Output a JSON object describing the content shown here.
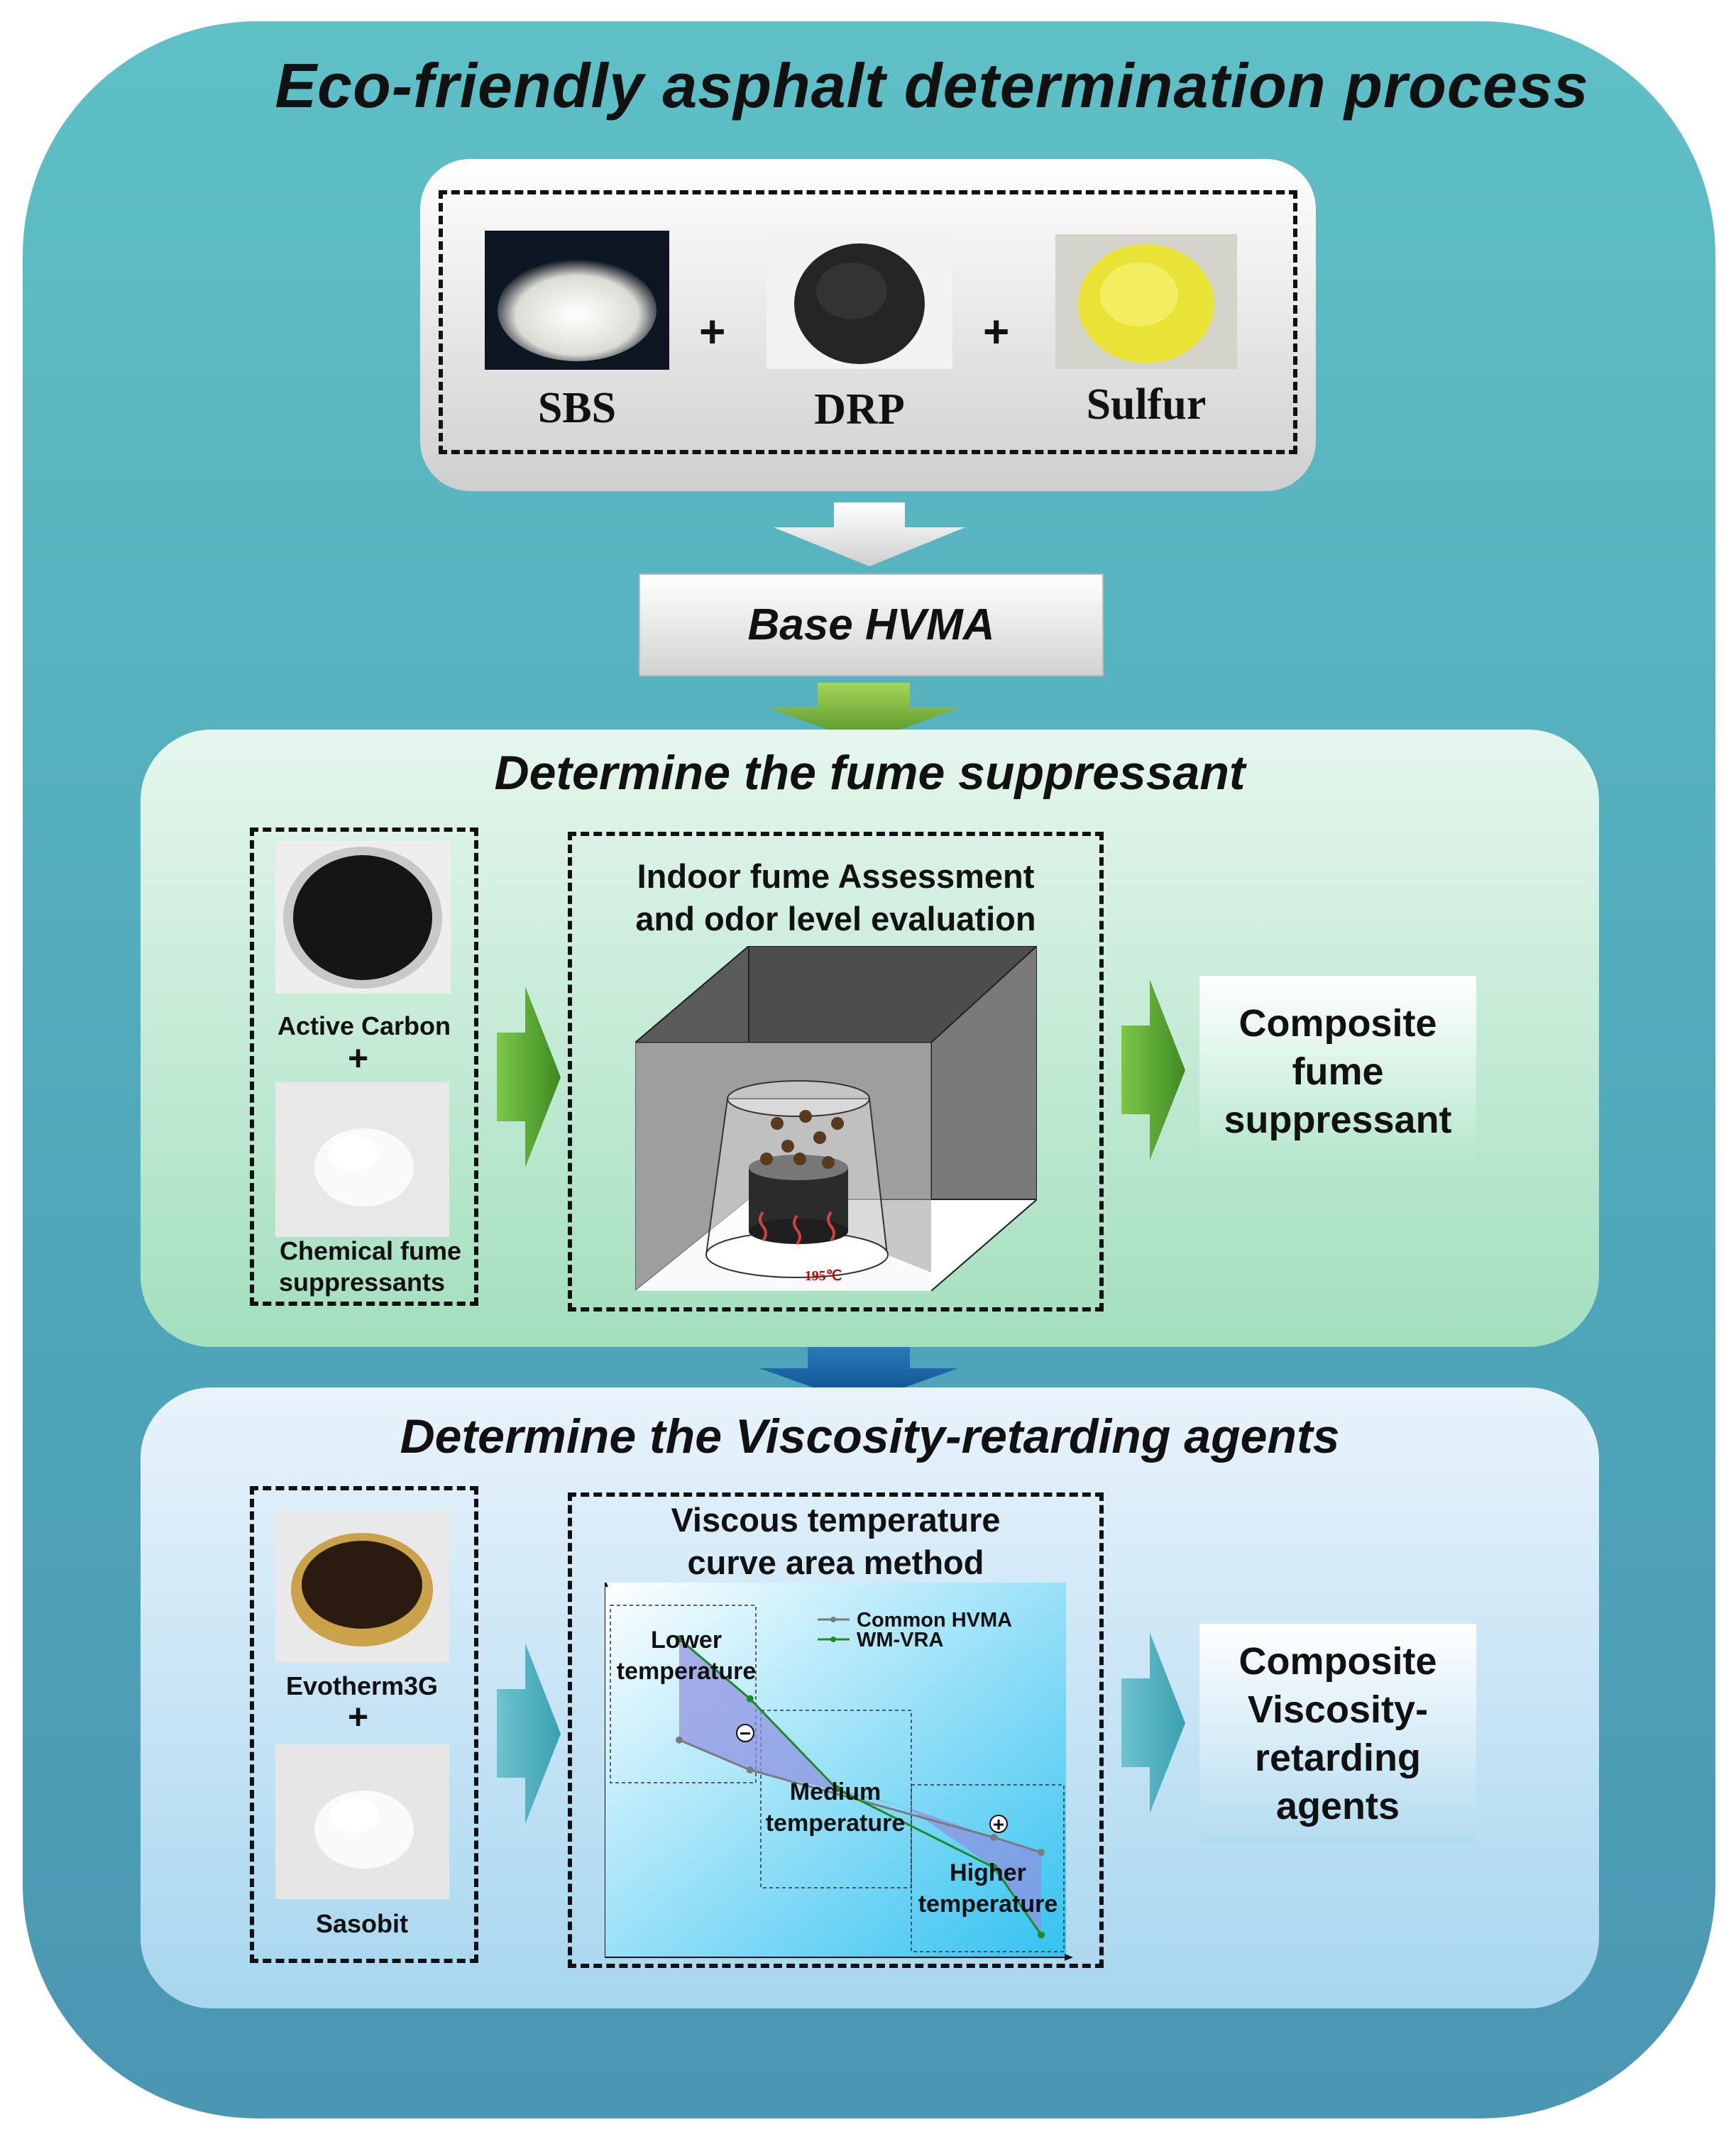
{
  "title": "Eco-friendly asphalt determination process",
  "materials": [
    {
      "label": "SBS"
    },
    {
      "label": "DRP"
    },
    {
      "label": "Sulfur"
    }
  ],
  "plus_sign": "+",
  "base": {
    "label": "Base HVMA"
  },
  "fume": {
    "title": "Determine the fume suppressant",
    "inputs": [
      "Active Carbon",
      "Chemical fume suppressants"
    ],
    "chemical_line1": "Chemical fume",
    "chemical_line2": "suppressants",
    "assessment_line1": "Indoor fume Assessment",
    "assessment_line2": "and odor level evaluation",
    "temperature": "195℃",
    "result_line1": "Composite",
    "result_line2": "fume",
    "result_line3": "suppressant"
  },
  "viscosity": {
    "title": "Determine the Viscosity-retarding agents",
    "inputs": [
      "Evotherm3G",
      "Sasobit"
    ],
    "method_line1": "Viscous temperature",
    "method_line2": "curve area method",
    "result_line1": "Composite",
    "result_line2": "Viscosity-",
    "result_line3": "retarding",
    "result_line4": "agents"
  },
  "chart_data": {
    "type": "line",
    "title": "",
    "xlabel": "",
    "ylabel": "",
    "series": [
      {
        "name": "Common HVMA",
        "color": "#7a7a82",
        "values": [
          [
            0.0,
            0.58
          ],
          [
            0.18,
            0.5
          ],
          [
            0.8,
            0.32
          ],
          [
            0.92,
            0.28
          ]
        ]
      },
      {
        "name": "WM-VRA",
        "color": "#1f8a2a",
        "values": [
          [
            0.0,
            0.85
          ],
          [
            0.18,
            0.69
          ],
          [
            0.4,
            0.45
          ],
          [
            0.8,
            0.24
          ],
          [
            0.92,
            0.06
          ]
        ]
      }
    ],
    "regions": [
      {
        "label_line1": "Lower",
        "label_line2": "temperature",
        "sign": "−"
      },
      {
        "label_line1": "Medium",
        "label_line2": "temperature"
      },
      {
        "label_line1": "Higher",
        "label_line2": "temperature",
        "sign": "+"
      }
    ],
    "xlim": [
      0,
      1
    ],
    "ylim": [
      0,
      1
    ],
    "grid": false,
    "legend": "top-right"
  }
}
